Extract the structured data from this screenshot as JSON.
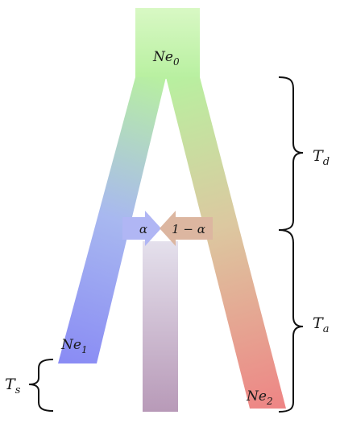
{
  "diagram": {
    "populations": {
      "ancestral": {
        "base": "Ne",
        "sub": "0"
      },
      "pop1": {
        "base": "Ne",
        "sub": "1"
      },
      "pop2": {
        "base": "Ne",
        "sub": "2"
      }
    },
    "admixture": {
      "left_label": "α",
      "right_label": "1 − α"
    },
    "times": {
      "divergence": {
        "base": "T",
        "sub": "d"
      },
      "admixture": {
        "base": "T",
        "sub": "a"
      },
      "sampling": {
        "base": "T",
        "sub": "s"
      }
    },
    "colors": {
      "ancestral": "#b8f0a0",
      "pop1": "#8a8cf4",
      "pop2": "#ee8585",
      "admixed_top": "#e2dcea",
      "admixed_bottom": "#b89ab8",
      "left_arrow": "#b0b4f4",
      "right_arrow": "#dcb6a0",
      "bracket": "#111111"
    }
  }
}
